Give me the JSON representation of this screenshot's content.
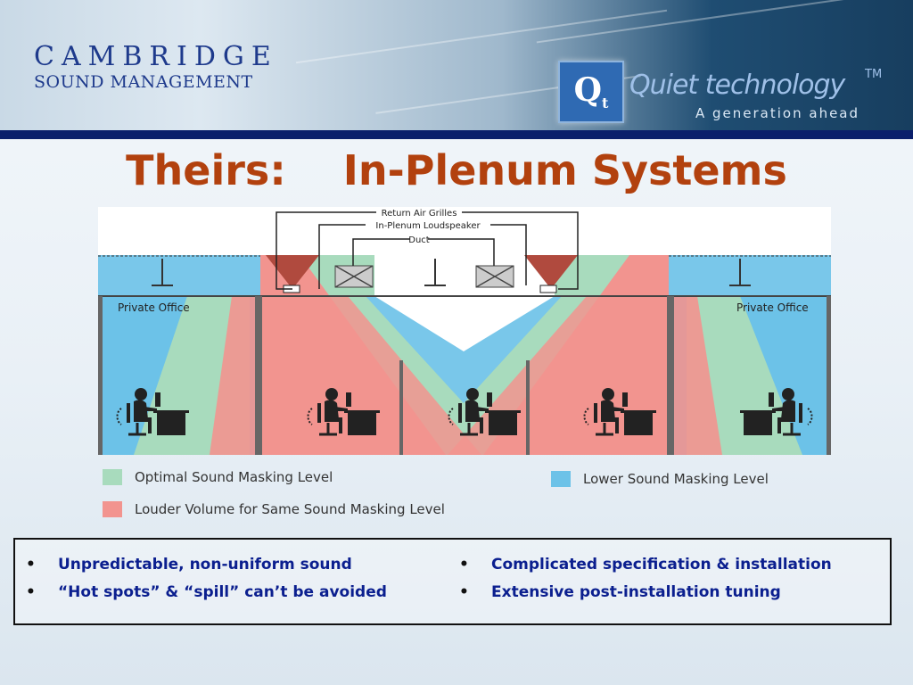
{
  "header": {
    "logo_line1": "CAMBRIDGE",
    "logo_line2": "SOUND MANAGEMENT",
    "badge_main": "Q",
    "badge_sub": "t",
    "brand_name": "Quiet technology",
    "trademark": "TM",
    "tagline": "A generation ahead"
  },
  "title": "Theirs:    In-Plenum Systems",
  "diagram": {
    "labels": {
      "return_air": "Return Air Grilles",
      "loudspeaker": "In-Plenum Loudspeaker",
      "duct": "Duct",
      "private_office_left": "Private Office",
      "private_office_right": "Private Office"
    },
    "colors": {
      "optimal": "#a8dbbd",
      "louder": "#f2948f",
      "lower": "#6cc2e8",
      "plenum": "#ffffff",
      "speaker_cone": "#b04a3e"
    }
  },
  "legend": {
    "optimal": "Optimal Sound Masking Level",
    "louder": "Louder Volume for Same Sound Masking Level",
    "lower": "Lower Sound Masking Level"
  },
  "bullets": {
    "left": [
      "Unpredictable, non-uniform sound",
      "“Hot spots” & “spill” can’t be avoided"
    ],
    "right": [
      "Complicated specification & installation",
      "Extensive post-installation tuning"
    ],
    "marker": "•"
  }
}
